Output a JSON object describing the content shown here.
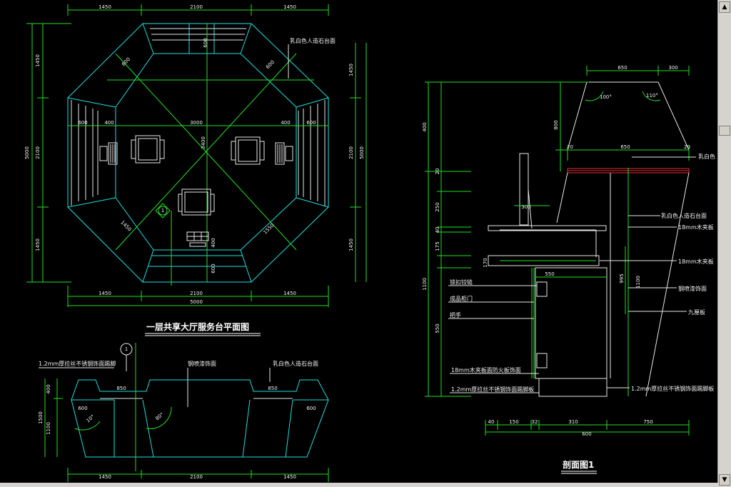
{
  "plan": {
    "title": "一层共享大厅服务台平面图",
    "dim_top": [
      "1450",
      "2100",
      "1450"
    ],
    "dim_bottom": [
      "1450",
      "2100",
      "1450"
    ],
    "dim_bottom_total": "5000",
    "dim_left_outer": "5000",
    "dim_left_upper": "1450",
    "dim_left_mid": "2100",
    "dim_left_lower": "1450",
    "dim_right_outer": "5000",
    "dim_right_upper": "1450",
    "dim_right_mid": "2100",
    "dim_right_lower": "1450",
    "dim_top_depth": "600",
    "dim_center_h": "3000",
    "dim_center_v": "3400",
    "dim_side_left": [
      "600",
      "400"
    ],
    "dim_side_right": [
      "400",
      "600"
    ],
    "dim_diag": [
      "600",
      "600",
      "1450",
      "1550"
    ],
    "dim_bottom_small": [
      "400",
      "600"
    ],
    "label_surface": "乳白色人造石台面",
    "section_marker": "1"
  },
  "elevation": {
    "label_stainless": "1.2mm厚拉丝不锈钢饰面踢脚",
    "label_surface": "乳白色人造石台面",
    "label_center": "钢喷漆饰面",
    "dim_left_h": [
      "400",
      "1100"
    ],
    "dim_total_h": "1500",
    "dim_top_gap": [
      "850",
      "850"
    ],
    "dim_inner": [
      "600",
      "600"
    ],
    "dim_angle": [
      "10°",
      "80°"
    ],
    "dim_bottom": [
      "1450",
      "2100",
      "1450"
    ],
    "section_marker": "1"
  },
  "section": {
    "title": "剖面图1",
    "dim_top": [
      "650",
      "300"
    ],
    "dim_top_mid": "650",
    "dim_top_small": [
      "20",
      "20"
    ],
    "dim_angle": [
      "100°",
      "110°"
    ],
    "dim_left": [
      "400",
      "250",
      "40",
      "175",
      "1100",
      "550"
    ],
    "dim_left_small": [
      "20",
      "170"
    ],
    "dim_mid_h": "800",
    "dim_right_v": [
      "995",
      "1100"
    ],
    "dim_inner_top": "300",
    "dim_inner_w": "550",
    "dim_bottom": [
      "40",
      "150",
      "32",
      "310",
      "750"
    ],
    "dim_bottom_total": "600",
    "labels_right": [
      "乳白色",
      "乳白色人造石台面",
      "18mm木夹板",
      "18mm木夹板",
      "钢喷漆饰面",
      "九厘板",
      "1.2mm厚拉丝不锈钢饰面踢脚板"
    ],
    "labels_left": [
      "锁扣铰链",
      "成品柜门",
      "把手",
      "18mm木夹板面防火板饰面",
      "1.2mm厚拉丝不锈钢饰面踢脚板"
    ]
  },
  "ui": {
    "scroll_up": "▲",
    "scroll_down": "▼"
  }
}
